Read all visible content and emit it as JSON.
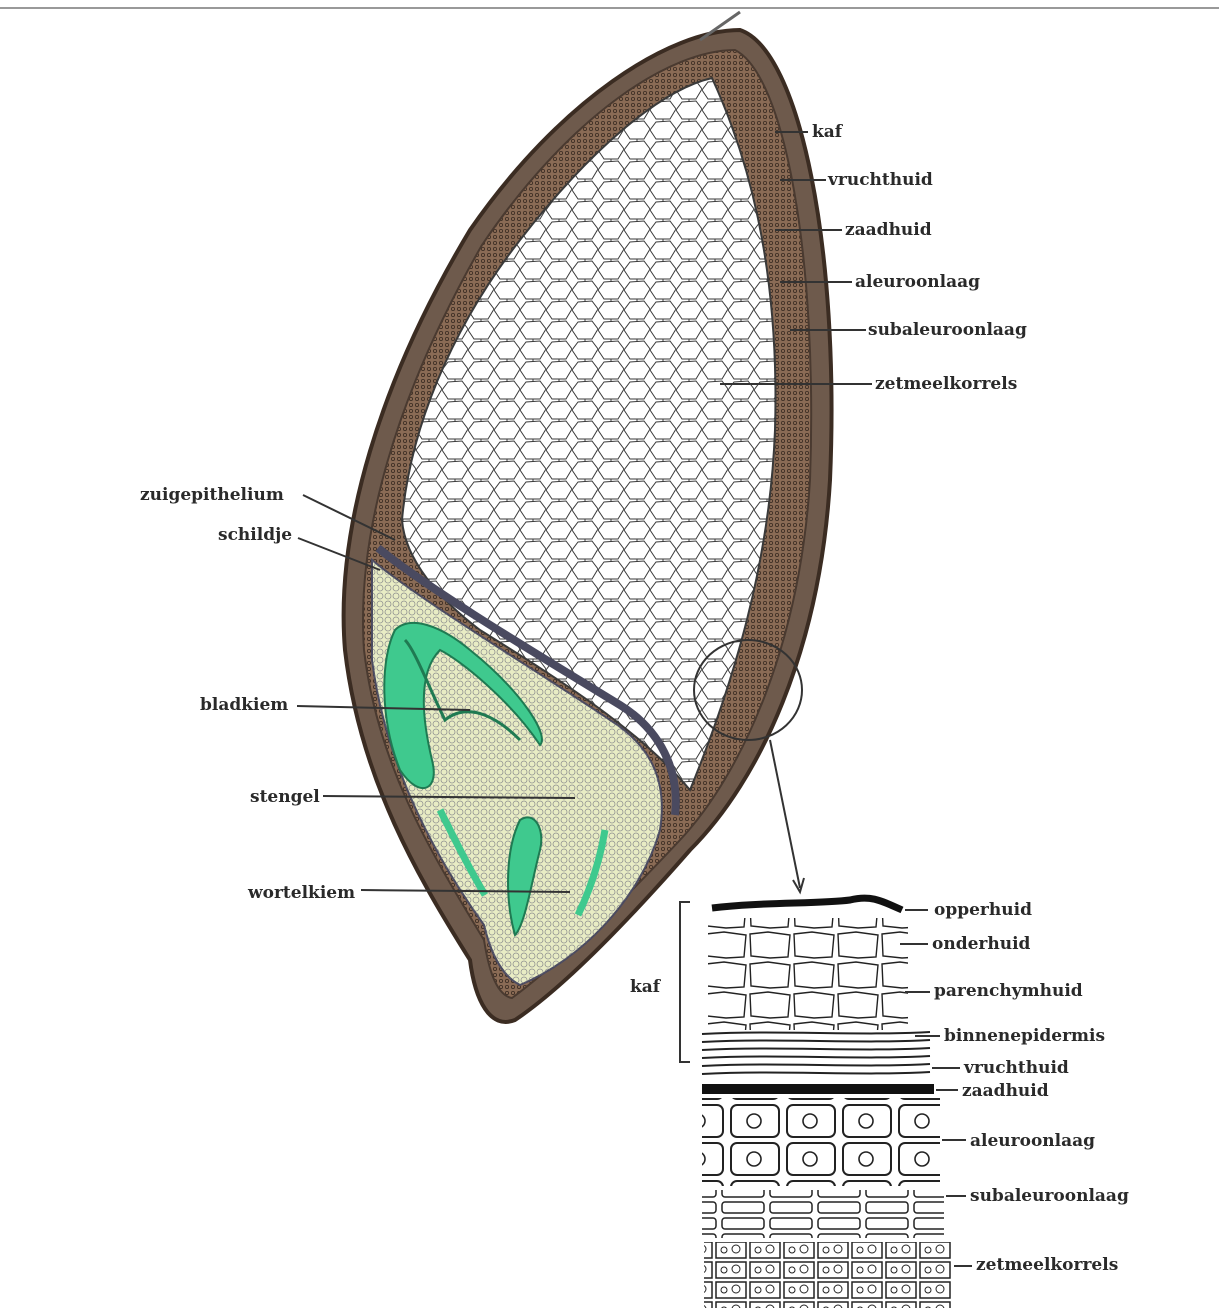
{
  "grain_labels": {
    "kaf": "kaf",
    "vruchthuid": "vruchthuid",
    "zaadhuid": "zaadhuid",
    "aleuroonlaag": "aleuroonlaag",
    "subaleuroonlaag": "subaleuroonlaag",
    "zetmeelkorrels": "zetmeelkorrels",
    "zuigepithelium": "zuigepithelium",
    "schildje": "schildje",
    "bladkiem": "bladkiem",
    "stengel": "stengel",
    "wortelkiem": "wortelkiem"
  },
  "detail_labels": {
    "opperhuid": "opperhuid",
    "onderhuid": "onderhuid",
    "parenchymhuid": "parenchymhuid",
    "binnenepidermis": "binnenepidermis",
    "vruchthuid": "vruchthuid",
    "zaadhuid": "zaadhuid",
    "aleuroonlaag": "aleuroonlaag",
    "subaleuroonlaag": "subaleuroonlaag",
    "zetmeelkorrels": "zetmeelkorrels",
    "kaf_bracket": "kaf"
  },
  "colors": {
    "husk": "#6e5a4c",
    "husk_dark": "#4a3a30",
    "endosperm": "#ffffff",
    "cell_line": "#3a3a3a",
    "scutellum": "#e8ecc4",
    "embryo_green": "#3fc98e",
    "embryo_dark": "#1f7a52"
  }
}
